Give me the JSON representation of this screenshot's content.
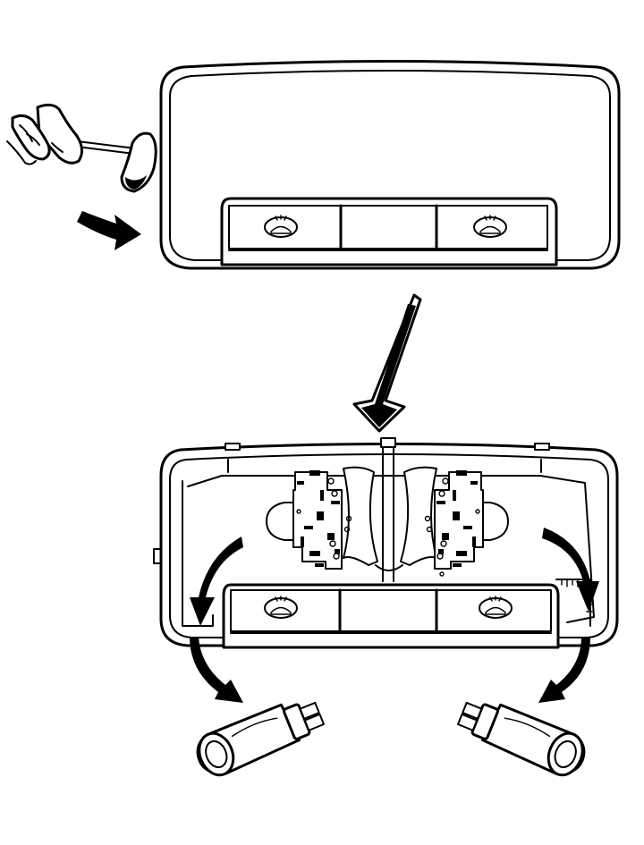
{
  "figure": {
    "kind": "service-illustration",
    "steps": [
      {
        "name": "pry-off-lens-cover",
        "icon": "screwdriver-icon"
      },
      {
        "name": "remove-bulbs",
        "icon": "bulb-icon"
      }
    ],
    "colors": {
      "line": "#000000",
      "background": "#ffffff"
    }
  }
}
